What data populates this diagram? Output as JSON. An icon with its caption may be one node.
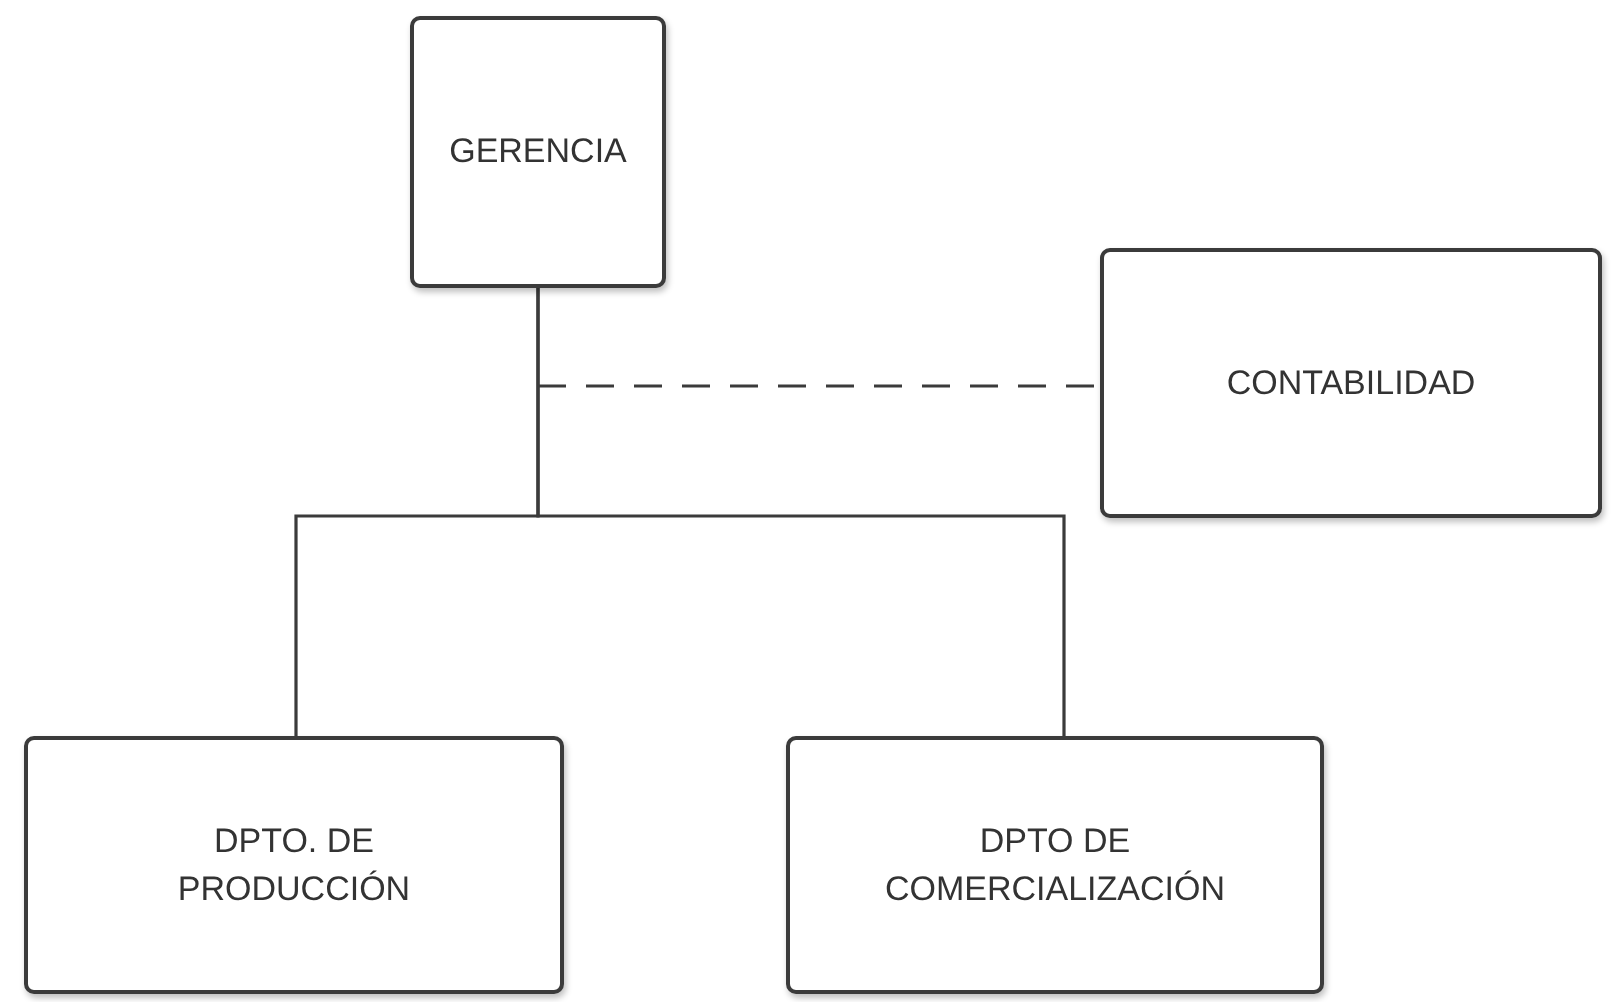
{
  "diagram": {
    "nodes": [
      {
        "text": [
          "GERENCIA"
        ]
      },
      {
        "text": [
          "CONTABILIDAD"
        ]
      },
      {
        "text": [
          "DPTO. DE PRODUCCIÓN"
        ]
      },
      {
        "text": [
          "DPTO DE COMERCIALIZACIÓN"
        ]
      }
    ],
    "edges": [
      {
        "from": 0,
        "to": 1,
        "arrow": "none",
        "style": "dashed"
      },
      {
        "from": 0,
        "to": 2,
        "arrow": "none"
      },
      {
        "from": 0,
        "to": 3,
        "arrow": "none"
      }
    ]
  }
}
